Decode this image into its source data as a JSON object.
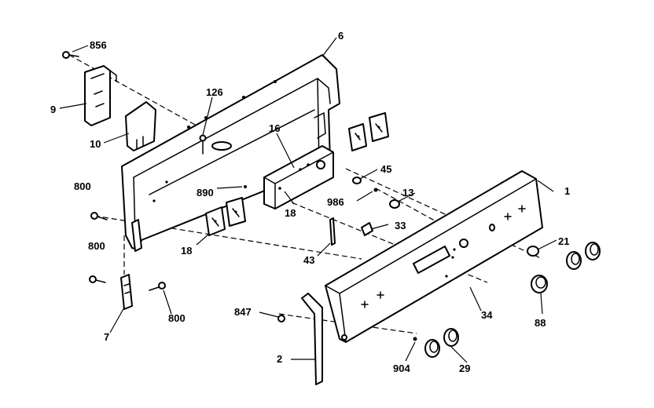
{
  "callouts": {
    "c1": "1",
    "c2": "2",
    "c6": "6",
    "c7": "7",
    "c9": "9",
    "c10": "10",
    "c13": "13",
    "c16": "16",
    "c18a": "18",
    "c18b": "18",
    "c21": "21",
    "c29": "29",
    "c33": "33",
    "c34": "34",
    "c43": "43",
    "c45": "45",
    "c88": "88",
    "c126": "126",
    "c800a": "800",
    "c800b": "800",
    "c800c": "800",
    "c847": "847",
    "c856": "856",
    "c890": "890",
    "c904": "904",
    "c986": "986"
  }
}
